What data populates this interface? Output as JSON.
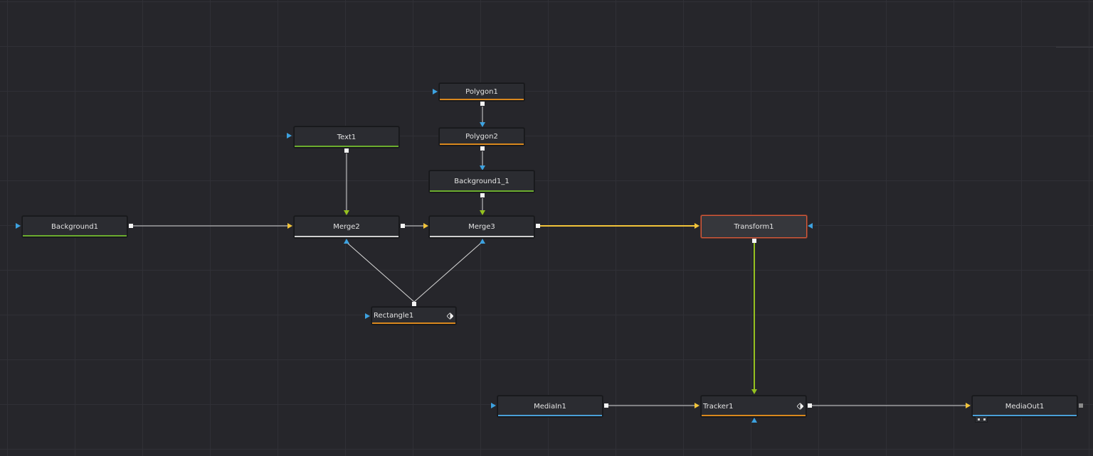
{
  "app": "Fusion node editor",
  "colors": {
    "background": "#26262b",
    "wire_default": "#d8d8d8",
    "wire_active": "#f2c43a",
    "wire_mask": "#95c11f",
    "input_blue": "#3da2e0",
    "accent_green": "#6cad2f",
    "accent_orange": "#d9881e",
    "accent_blue": "#4a9fd8",
    "accent_white": "#d0d0d0",
    "selected_border": "#d5593a"
  },
  "nodes": {
    "background1": {
      "label": "Background1",
      "accent": "#6cad2f"
    },
    "text1": {
      "label": "Text1",
      "accent": "#6cad2f"
    },
    "polygon1": {
      "label": "Polygon1",
      "accent": "#d9881e"
    },
    "polygon2": {
      "label": "Polygon2",
      "accent": "#d9881e"
    },
    "background1_1": {
      "label": "Background1_1",
      "accent": "#6cad2f"
    },
    "merge2": {
      "label": "Merge2",
      "accent": "#d0d0d0"
    },
    "merge3": {
      "label": "Merge3",
      "accent": "#d0d0d0"
    },
    "transform1": {
      "label": "Transform1",
      "accent": "#d5593a",
      "selected": true
    },
    "rectangle1": {
      "label": "Rectangle1",
      "accent": "#d9881e",
      "icon": "keyframe-icon"
    },
    "mediain1": {
      "label": "MediaIn1",
      "accent": "#4a9fd8"
    },
    "tracker1": {
      "label": "Tracker1",
      "accent": "#d9881e",
      "icon": "keyframe-icon"
    },
    "mediaout1": {
      "label": "MediaOut1",
      "accent": "#4a9fd8",
      "icon": "viewer-badge-icon"
    }
  }
}
